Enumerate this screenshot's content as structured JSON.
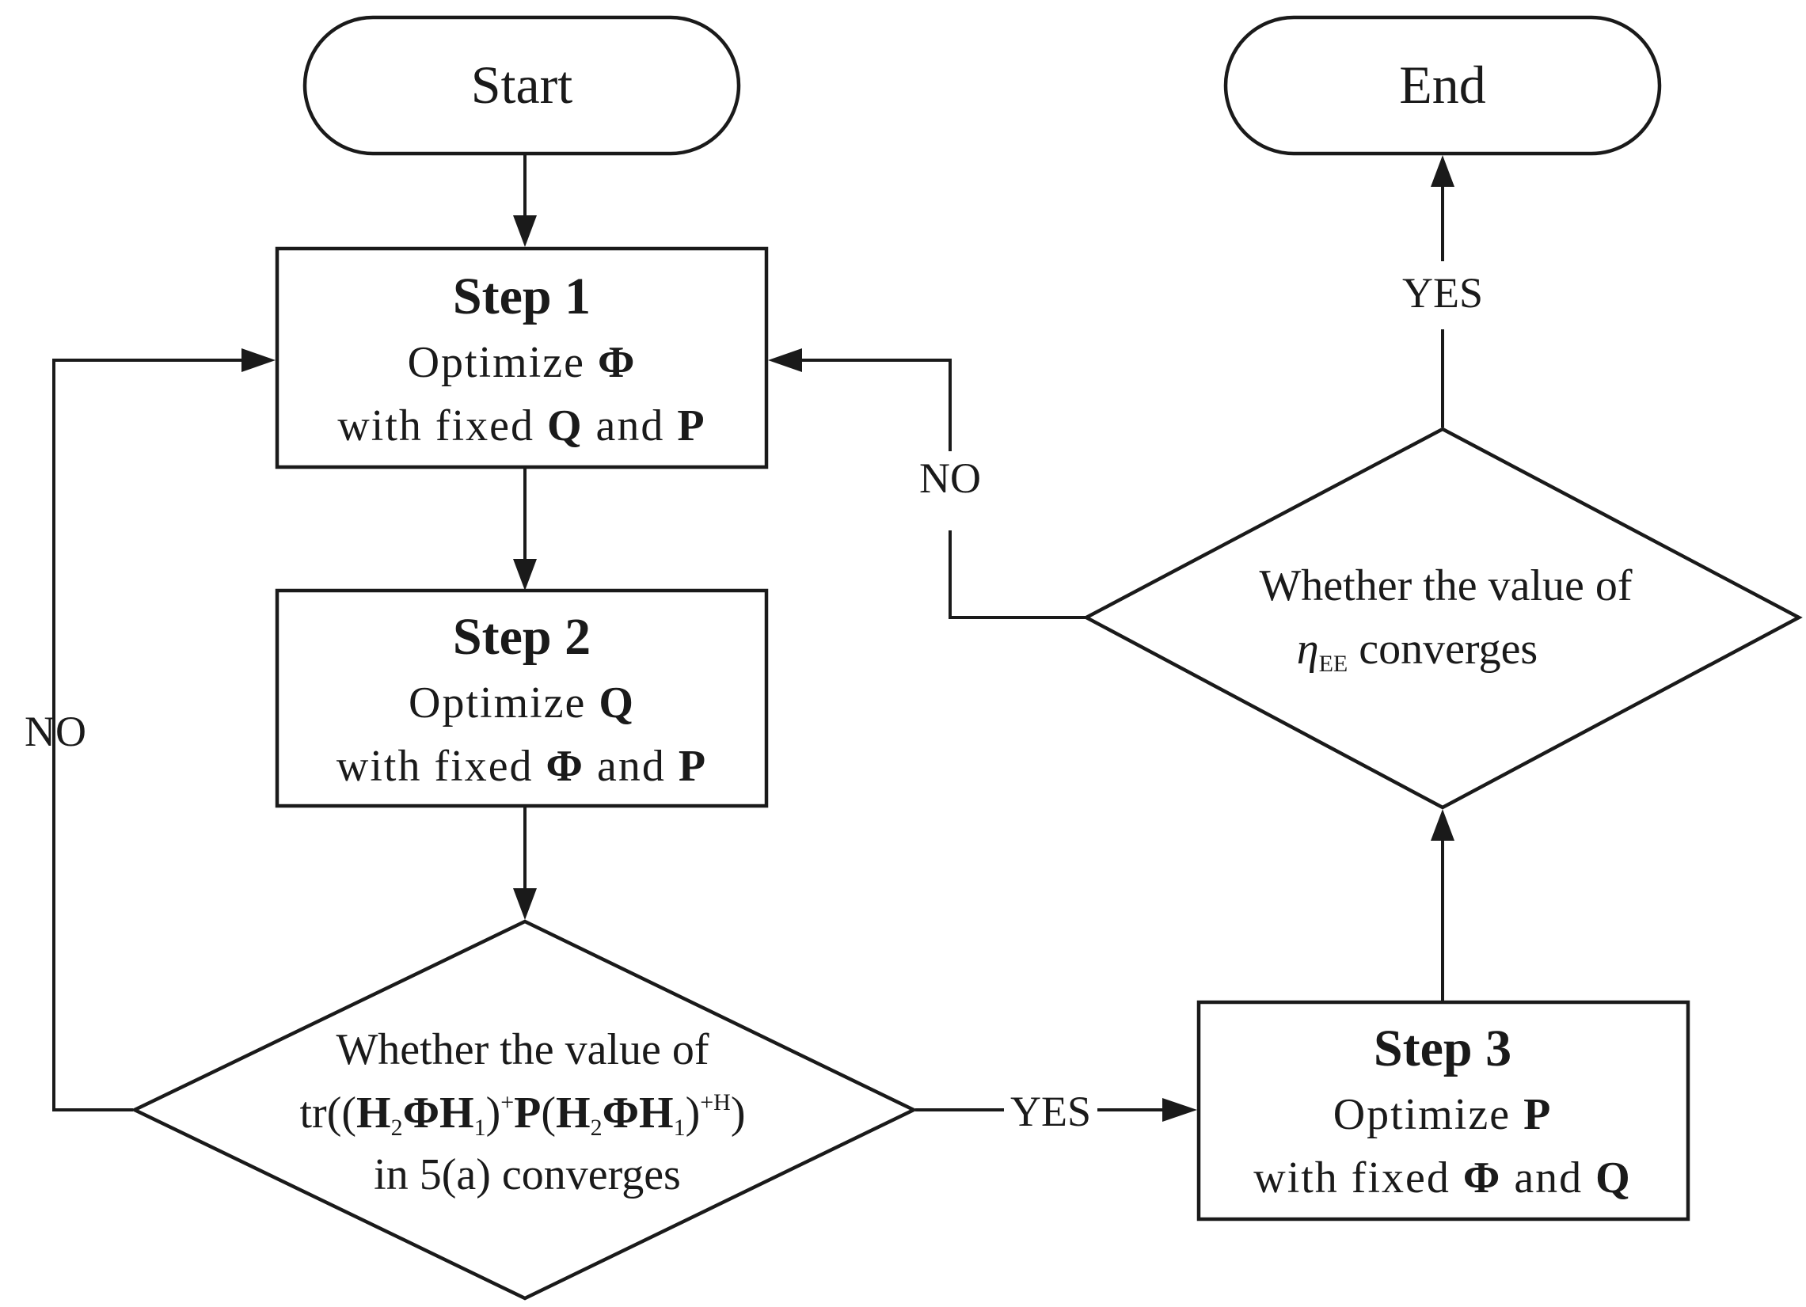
{
  "terminals": {
    "start": "Start",
    "end": "End"
  },
  "step1": {
    "title": "Step 1",
    "line1": {
      "prefix": "Optimize ",
      "var": "Φ"
    },
    "line2": {
      "prefix": "with fixed ",
      "var_a": "Q",
      "mid": " and ",
      "var_b": "P"
    }
  },
  "step2": {
    "title": "Step 2",
    "line1": {
      "prefix": "Optimize ",
      "var": "Q"
    },
    "line2": {
      "prefix": "with fixed ",
      "var_a": "Φ",
      "mid": " and ",
      "var_b": "P"
    }
  },
  "step3": {
    "title": "Step 3",
    "line1": {
      "prefix": "Optimize ",
      "var": "P"
    },
    "line2": {
      "prefix": "with fixed ",
      "var_a": "Φ",
      "mid": " and ",
      "var_b": "Q"
    }
  },
  "decision1": {
    "line1": "Whether the value of",
    "formula": {
      "open": "tr((",
      "h2": "H",
      "h2_sub": "2",
      "phi": "Φ",
      "h1": "H",
      "h1_sub": "1",
      "close1": ")",
      "sup1": "+",
      "p": "P",
      "open2": "(",
      "h2b": "H",
      "h2b_sub": "2",
      "phib": "Φ",
      "h1b": "H",
      "h1b_sub": "1",
      "close2": ")",
      "sup2": "+H",
      "end": ")"
    },
    "line3": "in 5(a)  converges"
  },
  "decision2": {
    "line1": "Whether the value of",
    "eta": "η",
    "eta_sub": "EE",
    "line2_rest": "  converges"
  },
  "labels": {
    "no_left": "NO",
    "no_right": "NO",
    "yes_bottom": "YES",
    "yes_top": "YES"
  }
}
